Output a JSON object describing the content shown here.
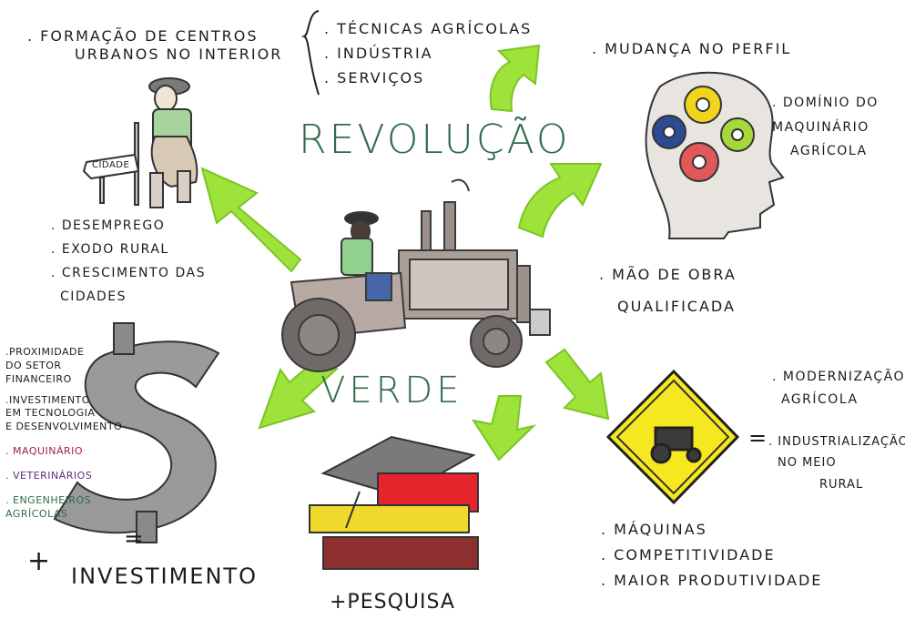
{
  "center": {
    "title_top": "REVOLUÇÃO",
    "title_bottom": "VERDE"
  },
  "top_left": {
    "lines": [
      ". FORMAÇÃO DE CENTROS",
      "URBANOS   NO INTERIOR"
    ]
  },
  "brace_list": {
    "items": [
      ". TÉCNICAS AGRÍCOLAS",
      ". INDÚSTRIA",
      ". SERVIÇOS"
    ]
  },
  "top_right": {
    "title": ". MUDANÇA NO PERFIL",
    "domain_lines": [
      ". DOMÍNIO DO",
      "MAQUINÁRIO",
      "AGRÍCOLA"
    ]
  },
  "city_sign": {
    "label": "CIDADE"
  },
  "left_mid": {
    "items": [
      ". DESEMPREGO",
      ". EXODO RURAL",
      ". CRESCIMENTO DAS",
      "CIDADES"
    ]
  },
  "right_mid": {
    "lines": [
      ". MÃO DE OBRA",
      "QUALIFICADA"
    ]
  },
  "left_bottom": {
    "items": [
      ".PROXIMIDADE",
      "DO SETOR",
      "FINANCEIRO",
      ".INVESTIMENTO",
      "EM TECNOLOGIA",
      "E DESENVOLVIMENTO",
      ". MAQUINÁRIO",
      ". VETERINÁRIOS",
      ". ENGENHEIROS",
      "AGRÍCOLAS"
    ],
    "equals": "=",
    "plus": "+",
    "result": "INVESTIMENTO"
  },
  "right_bottom": {
    "top_lines": [
      ". MODERNIZAÇÃO",
      "AGRÍCOLA"
    ],
    "equals": "=",
    "ind_lines": [
      ". INDUSTRIALIZAÇÃO",
      "NO MEIO",
      "RURAL"
    ],
    "list": [
      ". MÁQUINAS",
      ". COMPETITIVIDADE",
      ". MAIOR PRODUTIVIDADE"
    ]
  },
  "bottom_center": {
    "label": "+PESQUISA"
  },
  "colors": {
    "arrow": "#9de33a",
    "title": "#2f6b4a",
    "gear_yellow": "#f2d41c",
    "gear_blue": "#2d4b94",
    "gear_red": "#e0585a",
    "gear_green": "#a6d83a",
    "sign_yellow": "#f5e81e",
    "maquinario": "#a0224a",
    "veterinarios": "#5a2e82",
    "engenheiros": "#2e6b47"
  }
}
